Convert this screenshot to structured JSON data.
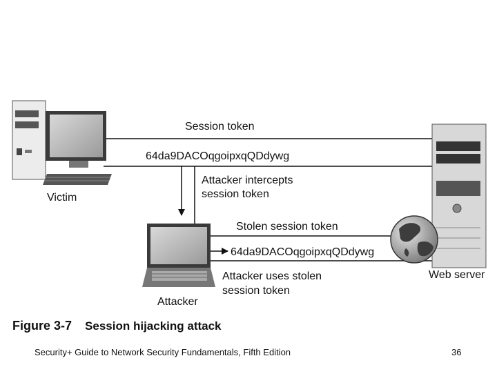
{
  "diagram": {
    "victim_label": "Victim",
    "attacker_label": "Attacker",
    "server_label": "Web server",
    "session_token_label": "Session token",
    "token_value_top": "64da9DACOqgoipxqQDdywg",
    "intercept_label_line1": "Attacker intercepts",
    "intercept_label_line2": "session token",
    "stolen_token_label": "Stolen session token",
    "token_value_bottom": "64da9DACOqgoipxqQDdywg",
    "uses_stolen_line1": "Attacker uses stolen",
    "uses_stolen_line2": "session token"
  },
  "caption": {
    "figure_number": "Figure 3-7",
    "figure_title": "Session hijacking attack"
  },
  "footer": {
    "source": "Security+ Guide to Network Security Fundamentals, Fifth Edition",
    "page_number": "36"
  }
}
